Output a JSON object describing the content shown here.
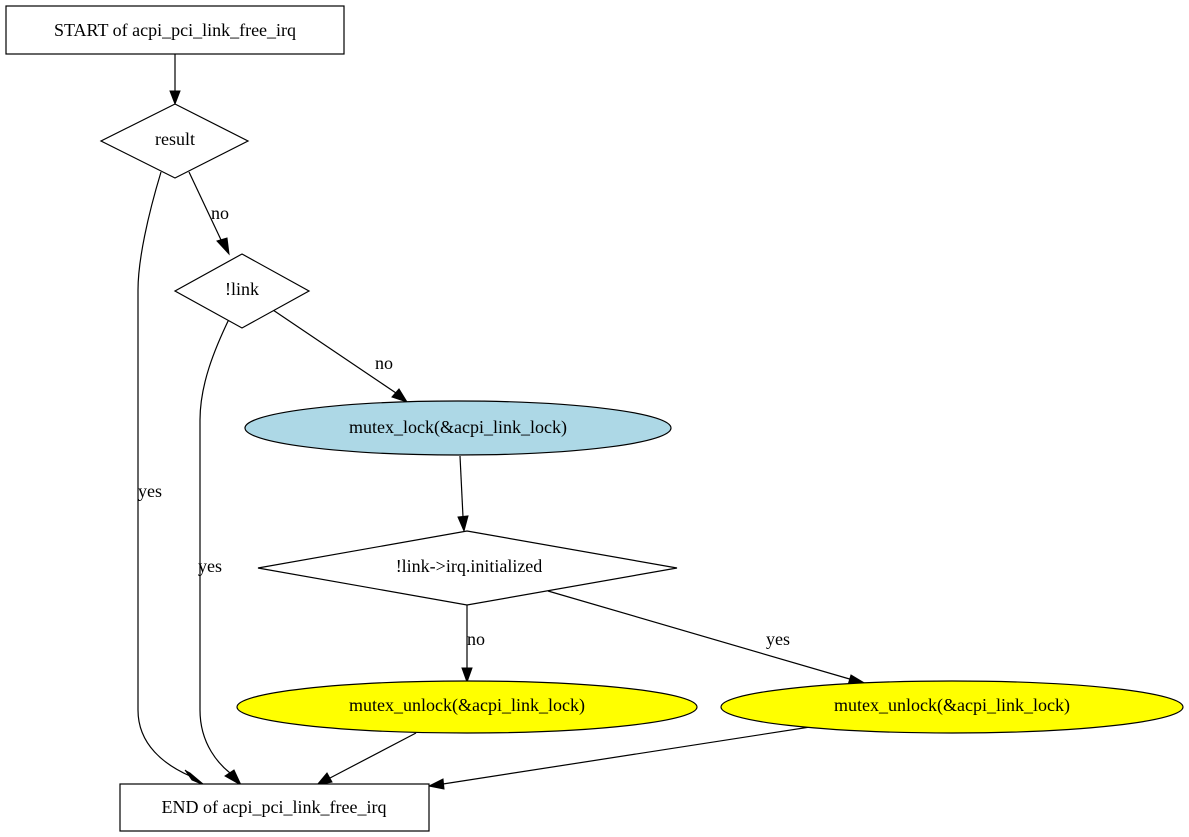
{
  "diagram": {
    "type": "flowchart",
    "colors": {
      "lock_fill": "#add8e6",
      "unlock_fill": "#ffff00",
      "default_fill": "#ffffff",
      "stroke": "#000000"
    },
    "nodes": {
      "start": {
        "label": "START of acpi_pci_link_free_irq",
        "shape": "box"
      },
      "result": {
        "label": "result",
        "shape": "diamond"
      },
      "not_link": {
        "label": "!link",
        "shape": "diamond"
      },
      "mutex_lock": {
        "label": "mutex_lock(&acpi_link_lock)",
        "shape": "ellipse",
        "fill": "#add8e6"
      },
      "irq_initialized": {
        "label": "!link->irq.initialized",
        "shape": "diamond"
      },
      "unlock_no": {
        "label": "mutex_unlock(&acpi_link_lock)",
        "shape": "ellipse",
        "fill": "#ffff00"
      },
      "unlock_yes": {
        "label": "mutex_unlock(&acpi_link_lock)",
        "shape": "ellipse",
        "fill": "#ffff00"
      },
      "end": {
        "label": "END of acpi_pci_link_free_irq",
        "shape": "box"
      }
    },
    "edges": [
      {
        "from": "start",
        "to": "result",
        "label": ""
      },
      {
        "from": "result",
        "to": "not_link",
        "label": "no"
      },
      {
        "from": "result",
        "to": "end",
        "label": "yes"
      },
      {
        "from": "not_link",
        "to": "mutex_lock",
        "label": "no"
      },
      {
        "from": "not_link",
        "to": "end",
        "label": "yes"
      },
      {
        "from": "mutex_lock",
        "to": "irq_initialized",
        "label": ""
      },
      {
        "from": "irq_initialized",
        "to": "unlock_no",
        "label": "no"
      },
      {
        "from": "irq_initialized",
        "to": "unlock_yes",
        "label": "yes"
      },
      {
        "from": "unlock_no",
        "to": "end",
        "label": ""
      },
      {
        "from": "unlock_yes",
        "to": "end",
        "label": ""
      }
    ],
    "edge_labels": {
      "result_no": "no",
      "result_yes": "yes",
      "link_no": "no",
      "link_yes": "yes",
      "irq_no": "no",
      "irq_yes": "yes"
    }
  }
}
